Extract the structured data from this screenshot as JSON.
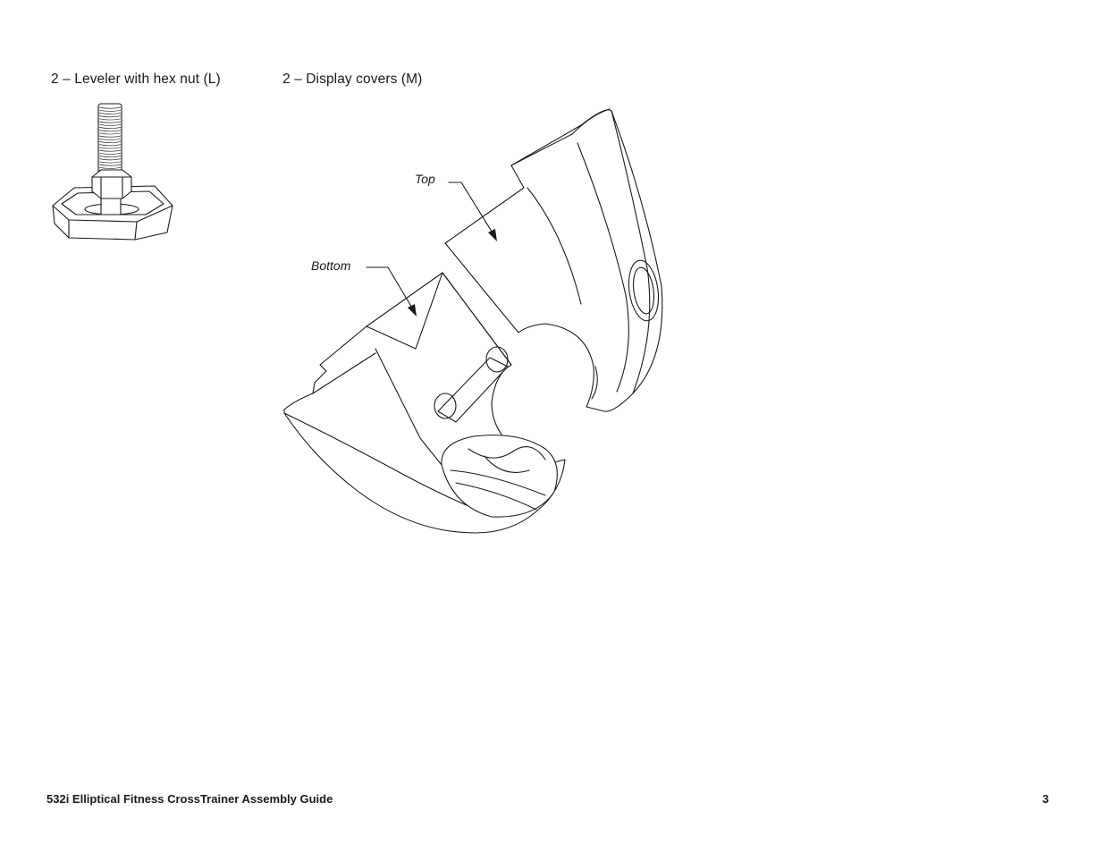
{
  "parts": {
    "leveler": {
      "caption": "2 – Leveler with hex nut (L)"
    },
    "display_covers": {
      "caption": "2 – Display covers (M)",
      "callout_top": "Top",
      "callout_bottom": "Bottom"
    }
  },
  "footer": {
    "title": "532i Elliptical Fitness CrossTrainer Assembly Guide",
    "page_number": "3"
  },
  "colors": {
    "ink": "#1a1a1a",
    "paper": "#ffffff"
  }
}
